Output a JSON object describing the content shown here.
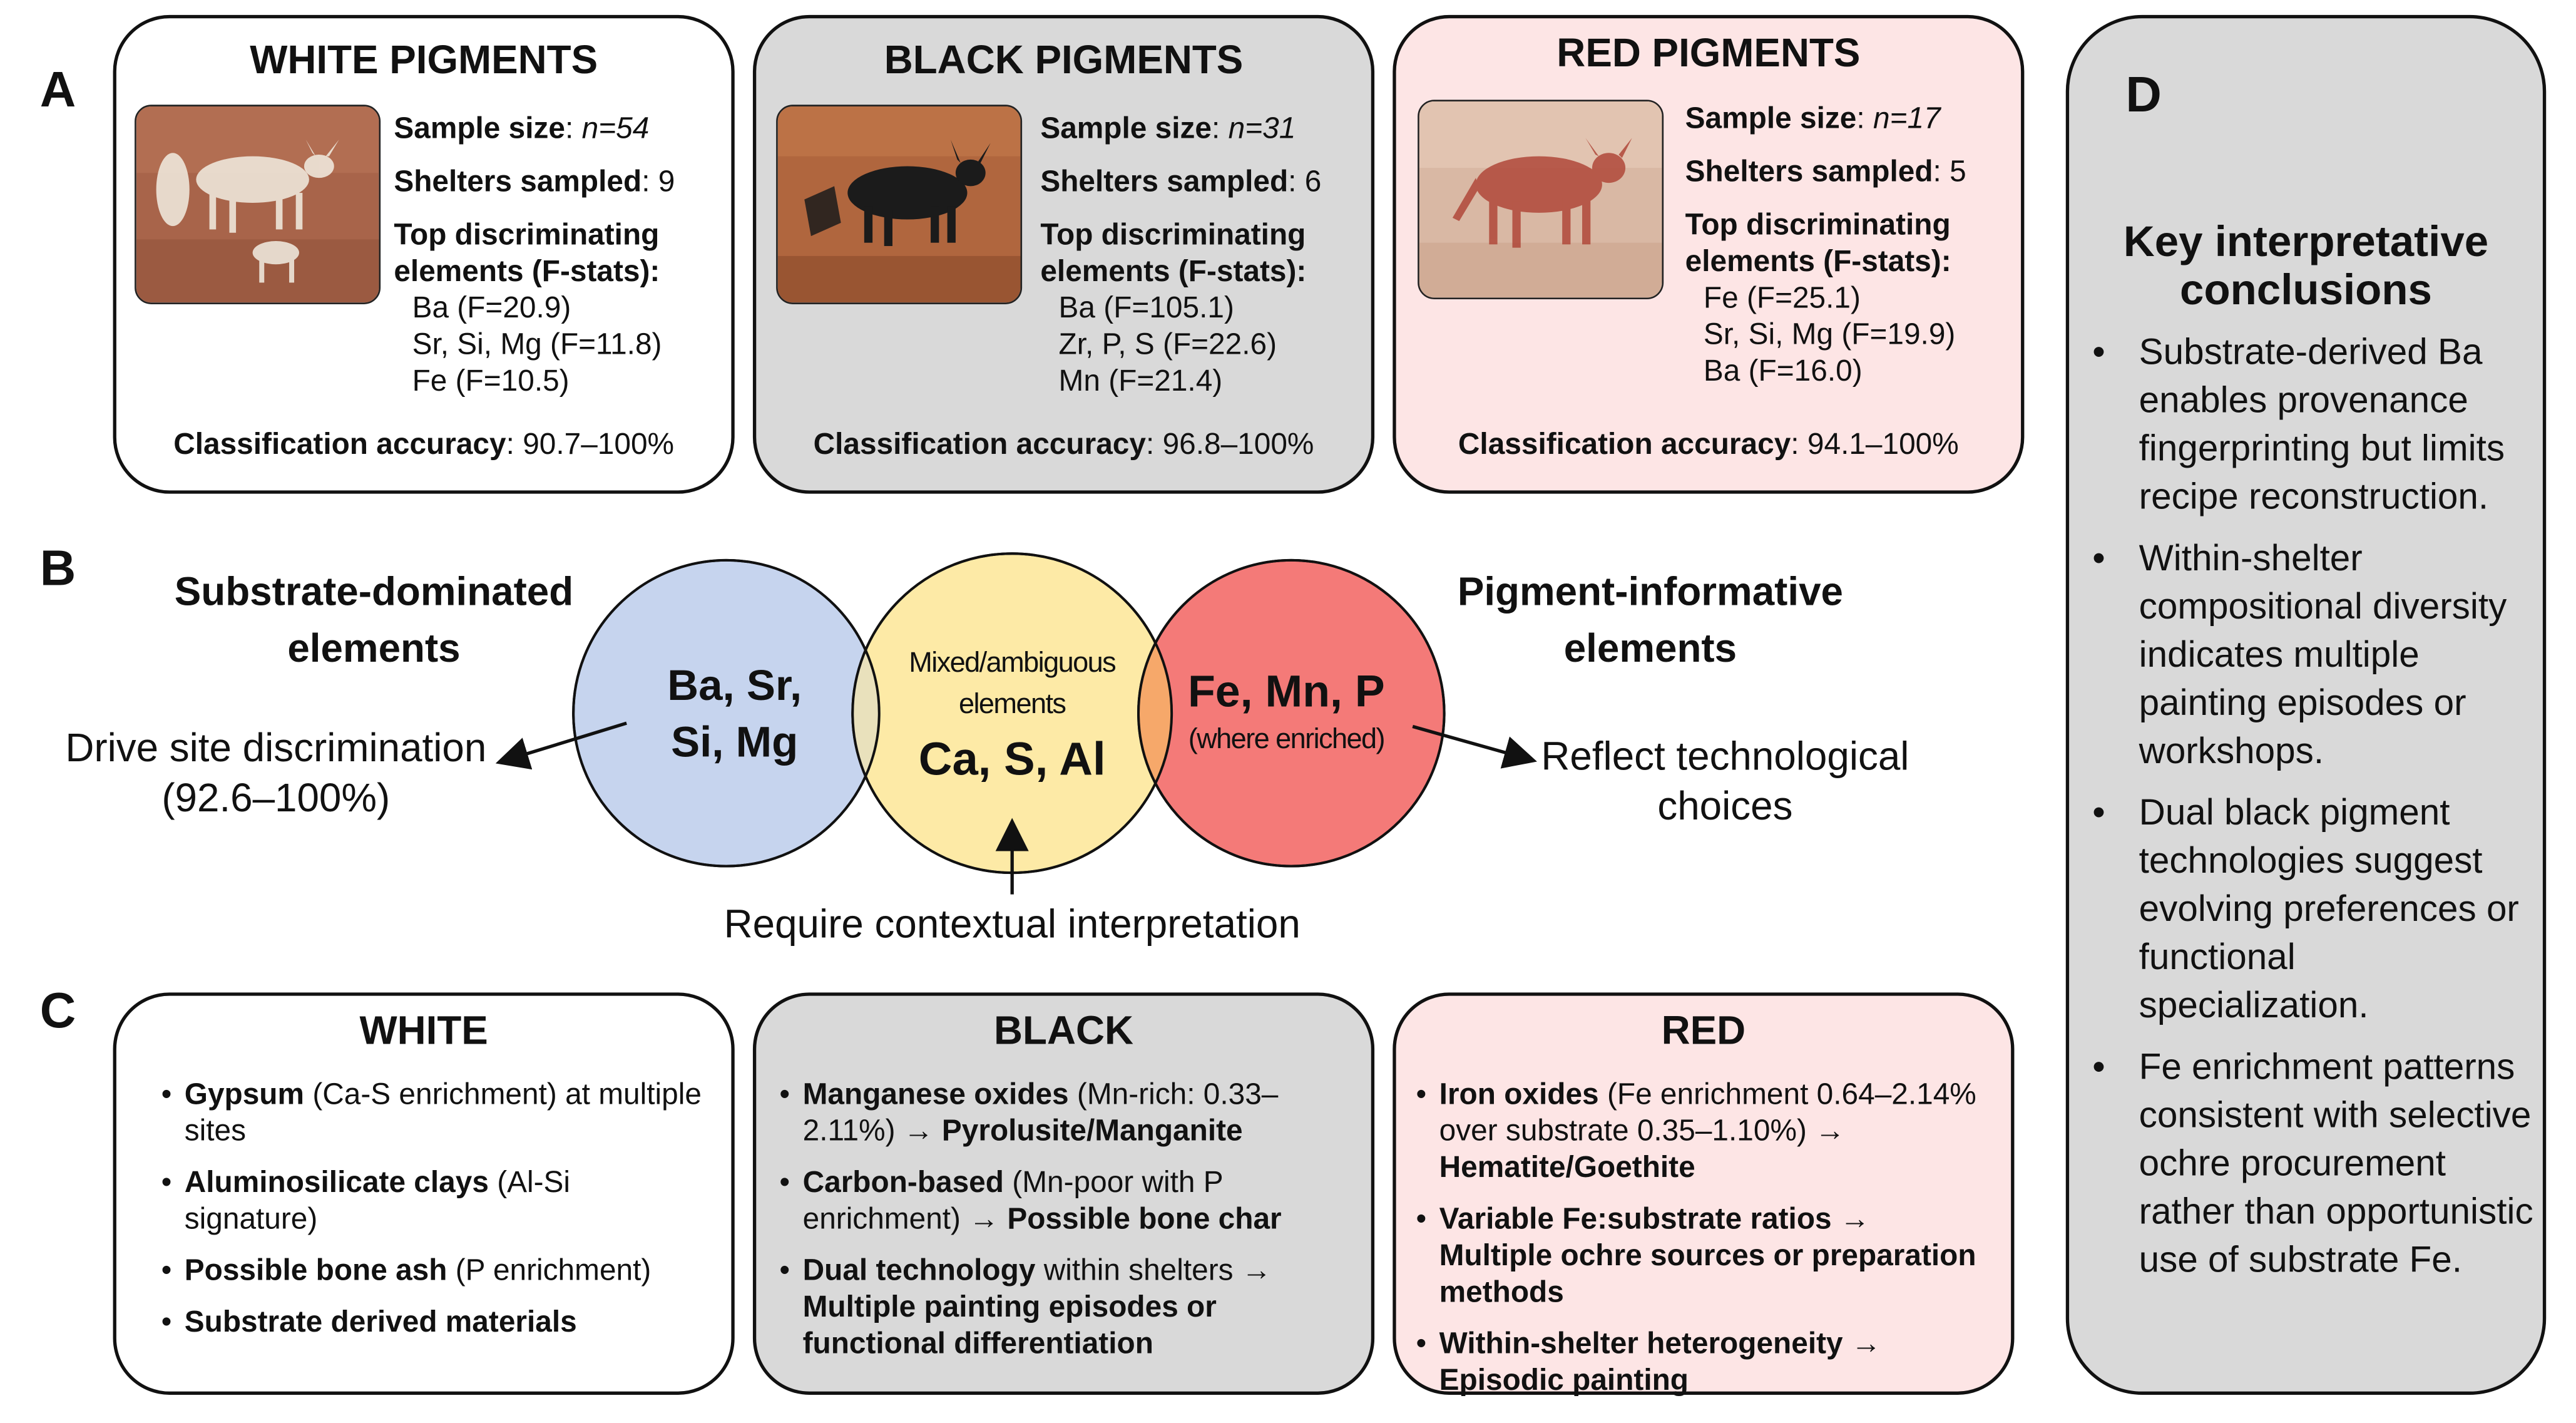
{
  "panels": {
    "a": "A",
    "b": "B",
    "c": "C",
    "d": "D"
  },
  "panel_a": {
    "cards": [
      {
        "title": "WHITE PIGMENTS",
        "sample_label": "Sample size",
        "sample_value": "n=54",
        "shelters_label": "Shelters sampled",
        "shelters_value": "9",
        "top_label_1": "Top discriminating",
        "top_label_2": "elements (F-stats):",
        "elements": [
          "Ba (F=20.9)",
          "Sr, Si, Mg (F=11.8)",
          "Fe (F=10.5)"
        ],
        "accuracy_label": "Classification accuracy",
        "accuracy_value": "90.7–100%"
      },
      {
        "title": "BLACK PIGMENTS",
        "sample_label": "Sample size",
        "sample_value": "n=31",
        "shelters_label": "Shelters sampled",
        "shelters_value": "6",
        "top_label_1": "Top discriminating",
        "top_label_2": "elements (F-stats):",
        "elements": [
          "Ba (F=105.1)",
          "Zr, P, S (F=22.6)",
          "Mn (F=21.4)"
        ],
        "accuracy_label": "Classification accuracy",
        "accuracy_value": "96.8–100%"
      },
      {
        "title": "RED PIGMENTS",
        "sample_label": "Sample size",
        "sample_value": "n=17",
        "shelters_label": "Shelters sampled",
        "shelters_value": "5",
        "top_label_1": "Top discriminating",
        "top_label_2": "elements (F-stats):",
        "elements": [
          "Fe (F=25.1)",
          "Sr, Si, Mg (F=19.9)",
          "Ba (F=16.0)"
        ],
        "accuracy_label": "Classification accuracy",
        "accuracy_value": "94.1–100%"
      }
    ]
  },
  "panel_b": {
    "left_heading_1": "Substrate-dominated",
    "left_heading_2": "elements",
    "right_heading_1": "Pigment-informative",
    "right_heading_2": "elements",
    "blue_circle_1": "Ba, Sr,",
    "blue_circle_2": "Si, Mg",
    "mixed_1": "Mixed/ambiguous",
    "mixed_2": "elements",
    "mixed_elements": "Ca, S, Al",
    "red_circle_1": "Fe, Mn, P",
    "red_circle_2": "(where enriched)",
    "left_note_1": "Drive site discrimination",
    "left_note_2": "(92.6–100%)",
    "right_note_1": "Reflect technological",
    "right_note_2": "choices",
    "bottom_note": "Require contextual interpretation",
    "colors": {
      "blue": "#c6d4ee",
      "yellow": "#fdeaa6",
      "red": "#f47a78",
      "overlap_left": "#e9e1bc",
      "overlap_right": "#f6a86a"
    }
  },
  "panel_c": {
    "white": {
      "title": "WHITE",
      "items": [
        {
          "b": "Gypsum",
          "t": " (Ca-S enrichment) at multiple sites"
        },
        {
          "b": "Aluminosilicate clays",
          "t": " (Al-Si signature)"
        },
        {
          "b": "Possible bone ash",
          "t": " (P enrichment)"
        },
        {
          "b": "Substrate derived materials",
          "t": ""
        }
      ]
    },
    "black": {
      "title": "BLACK",
      "items": [
        {
          "b": "Manganese oxides",
          "t": " (Mn-rich: 0.33–2.11%) → ",
          "b2": "Pyrolusite/Manganite"
        },
        {
          "b": "Carbon-based",
          "t": " (Mn-poor with P enrichment) → ",
          "b2": "Possible bone char"
        },
        {
          "b": "Dual technology",
          "t": " within shelters → ",
          "b2": "Multiple painting episodes or functional differentiation"
        }
      ]
    },
    "red": {
      "title": "RED",
      "items": [
        {
          "b": "Iron oxides",
          "t": " (Fe enrichment 0.64–2.14% over substrate 0.35–1.10%) → ",
          "b2": "Hematite/Goethite"
        },
        {
          "b": "Variable Fe:substrate ratios → Multiple ochre sources or preparation methods",
          "t": ""
        },
        {
          "b": "Within-shelter heterogeneity",
          "t": " → ",
          "b2": "Episodic painting"
        }
      ]
    }
  },
  "panel_d": {
    "title": "Key interpretative conclusions",
    "items": [
      "Substrate-derived Ba enables provenance fingerprinting but limits recipe reconstruction.",
      "Within-shelter compositional diversity indicates multiple painting episodes or workshops.",
      "Dual black pigment technologies suggest evolving preferences or functional specialization.",
      "Fe enrichment patterns consistent with selective ochre procurement rather than opportunistic use of substrate Fe."
    ]
  }
}
